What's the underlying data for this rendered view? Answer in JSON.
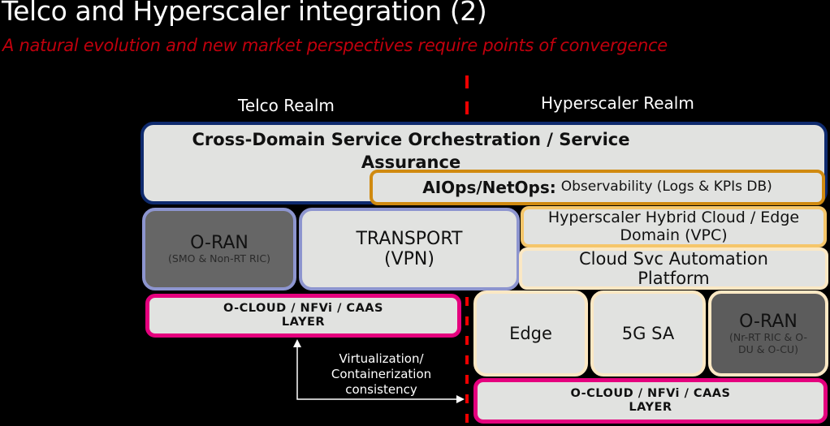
{
  "slide": {
    "title": "Telco and Hyperscaler integration (2)",
    "subtitle": "A natural evolution and new market perspectives require points of convergence"
  },
  "realms": {
    "telco": "Telco Realm",
    "hyperscaler": "Hyperscaler Realm"
  },
  "boxes": {
    "orchestration": "Cross-Domain Service Orchestration / Service Assurance",
    "aiops_bold": "AIOps/NetOps:",
    "aiops_rest": "Observability (Logs & KPIs DB)",
    "oran_telco_title": "O-RAN",
    "oran_telco_sub": "(SMO & Non-RT RIC)",
    "transport_line1": "TRANSPORT",
    "transport_line2": "(VPN)",
    "hybrid_cloud": "Hyperscaler Hybrid Cloud / Edge Domain (VPC)",
    "cloud_svc": "Cloud Svc Automation Platform",
    "ocloud_telco_line1": "O-CLOUD / NFVi / CAAS",
    "ocloud_telco_line2": "LAYER",
    "edge": "Edge",
    "sa5g": "5G SA",
    "oran_hyper_title": "O-RAN",
    "oran_hyper_sub": "(Nr-RT RIC & O-DU & O-CU)",
    "ocloud_hyper_line1": "O-CLOUD / NFVi / CAAS",
    "ocloud_hyper_line2": "LAYER"
  },
  "annotation": {
    "virtualization": "Virtualization/ Containerization consistency"
  },
  "colors": {
    "divider": "#ee0000",
    "subtitle": "#c0000d",
    "orchestration_border": "#0e2a6e",
    "aiops_border": "#d08a10",
    "telco_border": "#8d95cf",
    "ocloud_border": "#e5007e",
    "hyperscaler_border": "#fbe8c4"
  }
}
